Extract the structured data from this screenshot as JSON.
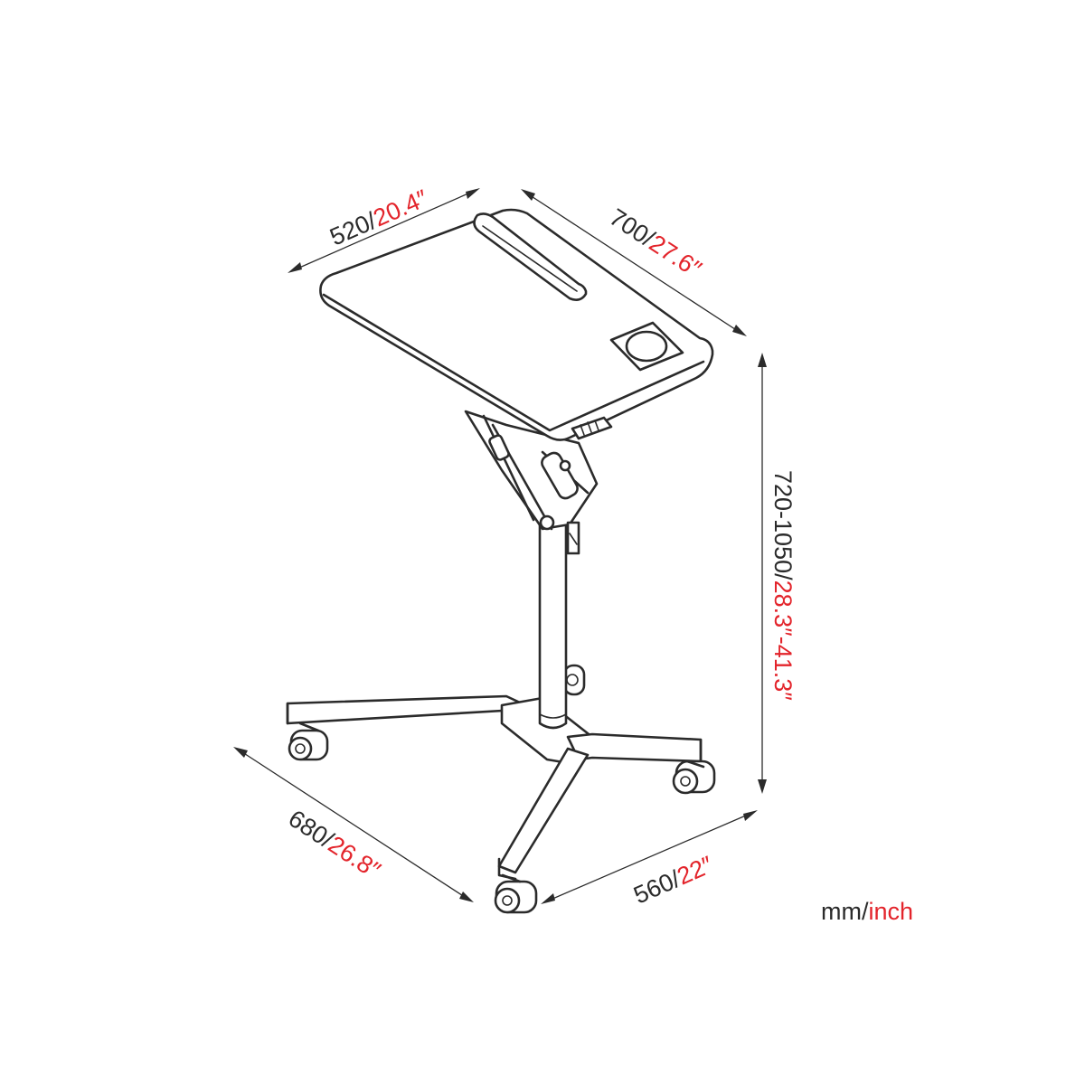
{
  "dimensions": {
    "top_width": {
      "mm": "520/",
      "inch": "20.4″"
    },
    "top_depth": {
      "mm": "700/",
      "inch": "27.6″"
    },
    "height": {
      "mm": "720-1050/",
      "inch": "28.3″-41.3″"
    },
    "base_depth": {
      "mm": "680/",
      "inch": "26.8″"
    },
    "base_width": {
      "mm": "560/",
      "inch": "22″"
    }
  },
  "units": {
    "mm": "mm/",
    "inch": "inch"
  },
  "colors": {
    "line": "#2b2b2b",
    "accent": "#e3242b",
    "background": "#ffffff"
  }
}
